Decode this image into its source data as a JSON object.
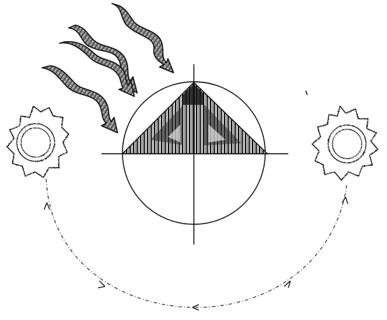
{
  "diagram": {
    "colors": {
      "line": "#1a1a1a",
      "hatch": "#222222",
      "background": "#ffffff"
    },
    "elements": {
      "central_circle": "circle",
      "crosshair": "crosshair",
      "triangle": "triangle-with-hatching",
      "arrows": [
        "wavy-arrow",
        "wavy-arrow",
        "wavy-arrow",
        "wavy-arrow"
      ],
      "left_gear": "gear-with-ring",
      "right_gear": "gear-with-ring",
      "cycle_arc": "dash-dot-arc-with-arrows"
    }
  }
}
